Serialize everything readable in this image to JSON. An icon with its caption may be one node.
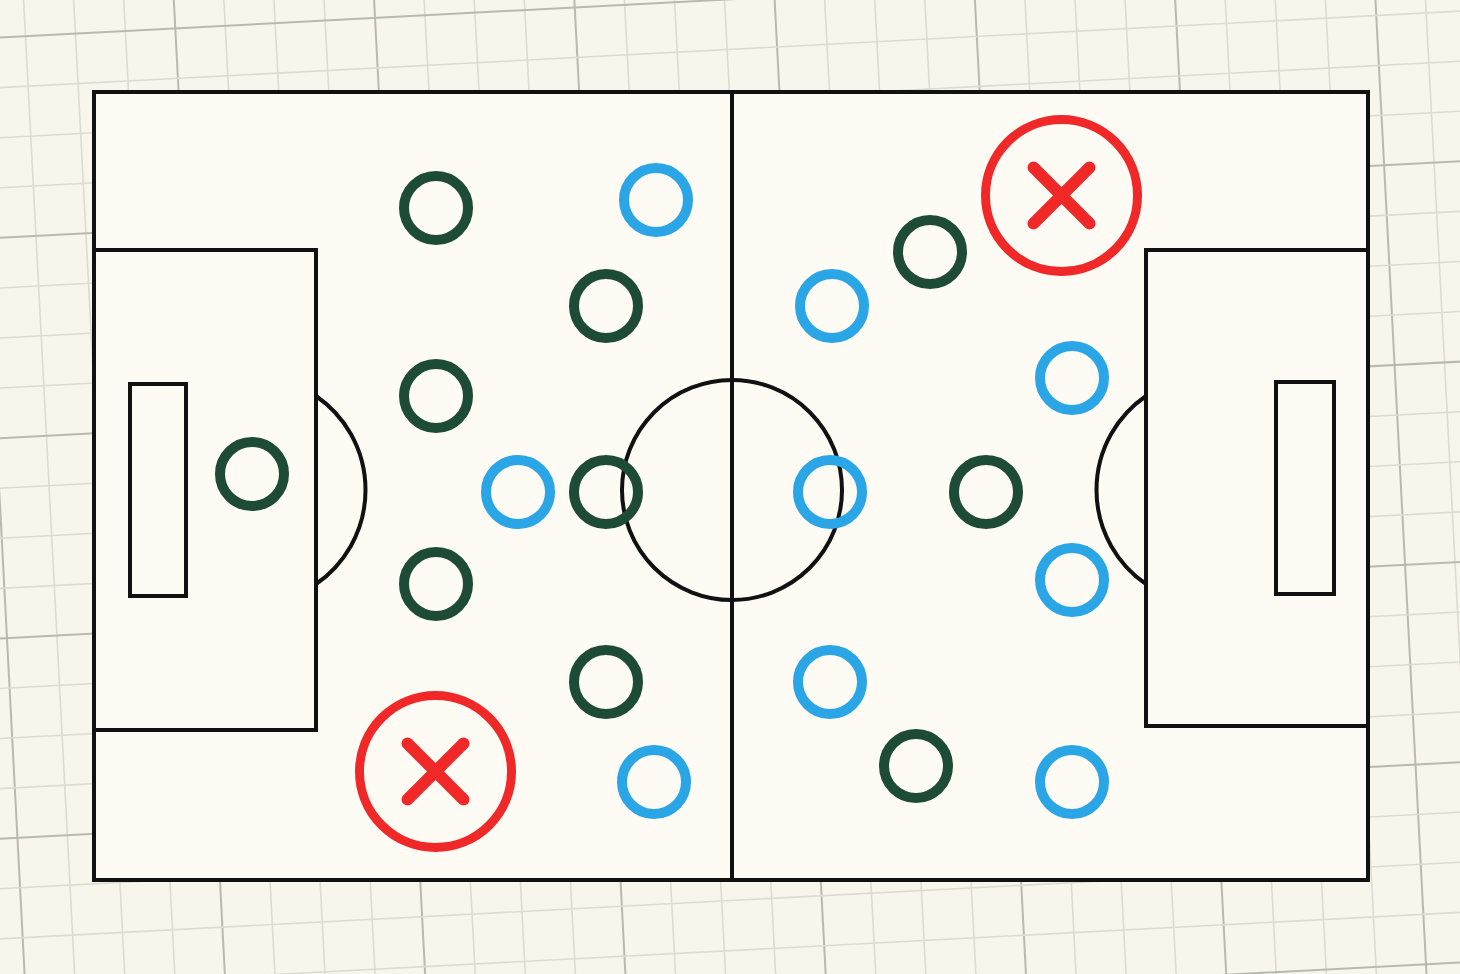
{
  "diagram": {
    "nodes": [
      {
        "text": [],
        "shape": "circle"
      },
      {
        "text": [],
        "shape": "circle"
      },
      {
        "text": [],
        "shape": "circle"
      },
      {
        "text": [],
        "shape": "circle"
      },
      {
        "text": [],
        "shape": "circle"
      },
      {
        "text": [],
        "shape": "circle"
      },
      {
        "text": [],
        "shape": "circle"
      },
      {
        "text": [],
        "shape": "circle"
      },
      {
        "text": [],
        "shape": "circle"
      },
      {
        "text": [],
        "shape": "circle"
      },
      {
        "text": [],
        "shape": "circle"
      },
      {
        "text": [],
        "shape": "circle"
      },
      {
        "text": [],
        "shape": "circle"
      },
      {
        "text": [],
        "shape": "circle"
      },
      {
        "text": [],
        "shape": "circle"
      },
      {
        "text": [],
        "shape": "circle"
      },
      {
        "text": [],
        "shape": "circle"
      },
      {
        "text": [],
        "shape": "circle"
      },
      {
        "text": [],
        "shape": "circle"
      },
      {
        "text": [],
        "shape": "circle"
      },
      {
        "text": [],
        "shape": "circle"
      }
    ]
  }
}
